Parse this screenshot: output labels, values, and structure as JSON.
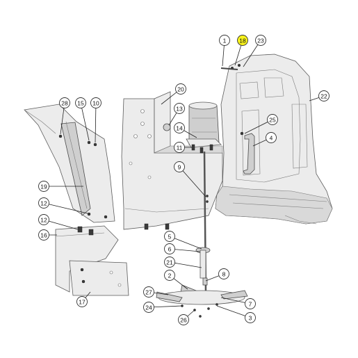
{
  "diagram": {
    "highlight_color": "#f7f21b",
    "callouts": [
      {
        "label": "1",
        "highlighted": false
      },
      {
        "label": "18",
        "highlighted": true
      },
      {
        "label": "23",
        "highlighted": false
      },
      {
        "label": "22",
        "highlighted": false
      },
      {
        "label": "20",
        "highlighted": false
      },
      {
        "label": "28",
        "highlighted": false
      },
      {
        "label": "15",
        "highlighted": false
      },
      {
        "label": "10",
        "highlighted": false
      },
      {
        "label": "13",
        "highlighted": false
      },
      {
        "label": "14",
        "highlighted": false
      },
      {
        "label": "25",
        "highlighted": false
      },
      {
        "label": "4",
        "highlighted": false
      },
      {
        "label": "11",
        "highlighted": false
      },
      {
        "label": "9",
        "highlighted": false
      },
      {
        "label": "19",
        "highlighted": false
      },
      {
        "label": "12",
        "highlighted": false
      },
      {
        "label": "12",
        "highlighted": false
      },
      {
        "label": "16",
        "highlighted": false
      },
      {
        "label": "5",
        "highlighted": false
      },
      {
        "label": "6",
        "highlighted": false
      },
      {
        "label": "21",
        "highlighted": false
      },
      {
        "label": "8",
        "highlighted": false
      },
      {
        "label": "2",
        "highlighted": false
      },
      {
        "label": "27",
        "highlighted": false
      },
      {
        "label": "17",
        "highlighted": false
      },
      {
        "label": "7",
        "highlighted": false
      },
      {
        "label": "24",
        "highlighted": false
      },
      {
        "label": "26",
        "highlighted": false
      },
      {
        "label": "3",
        "highlighted": false
      }
    ]
  }
}
